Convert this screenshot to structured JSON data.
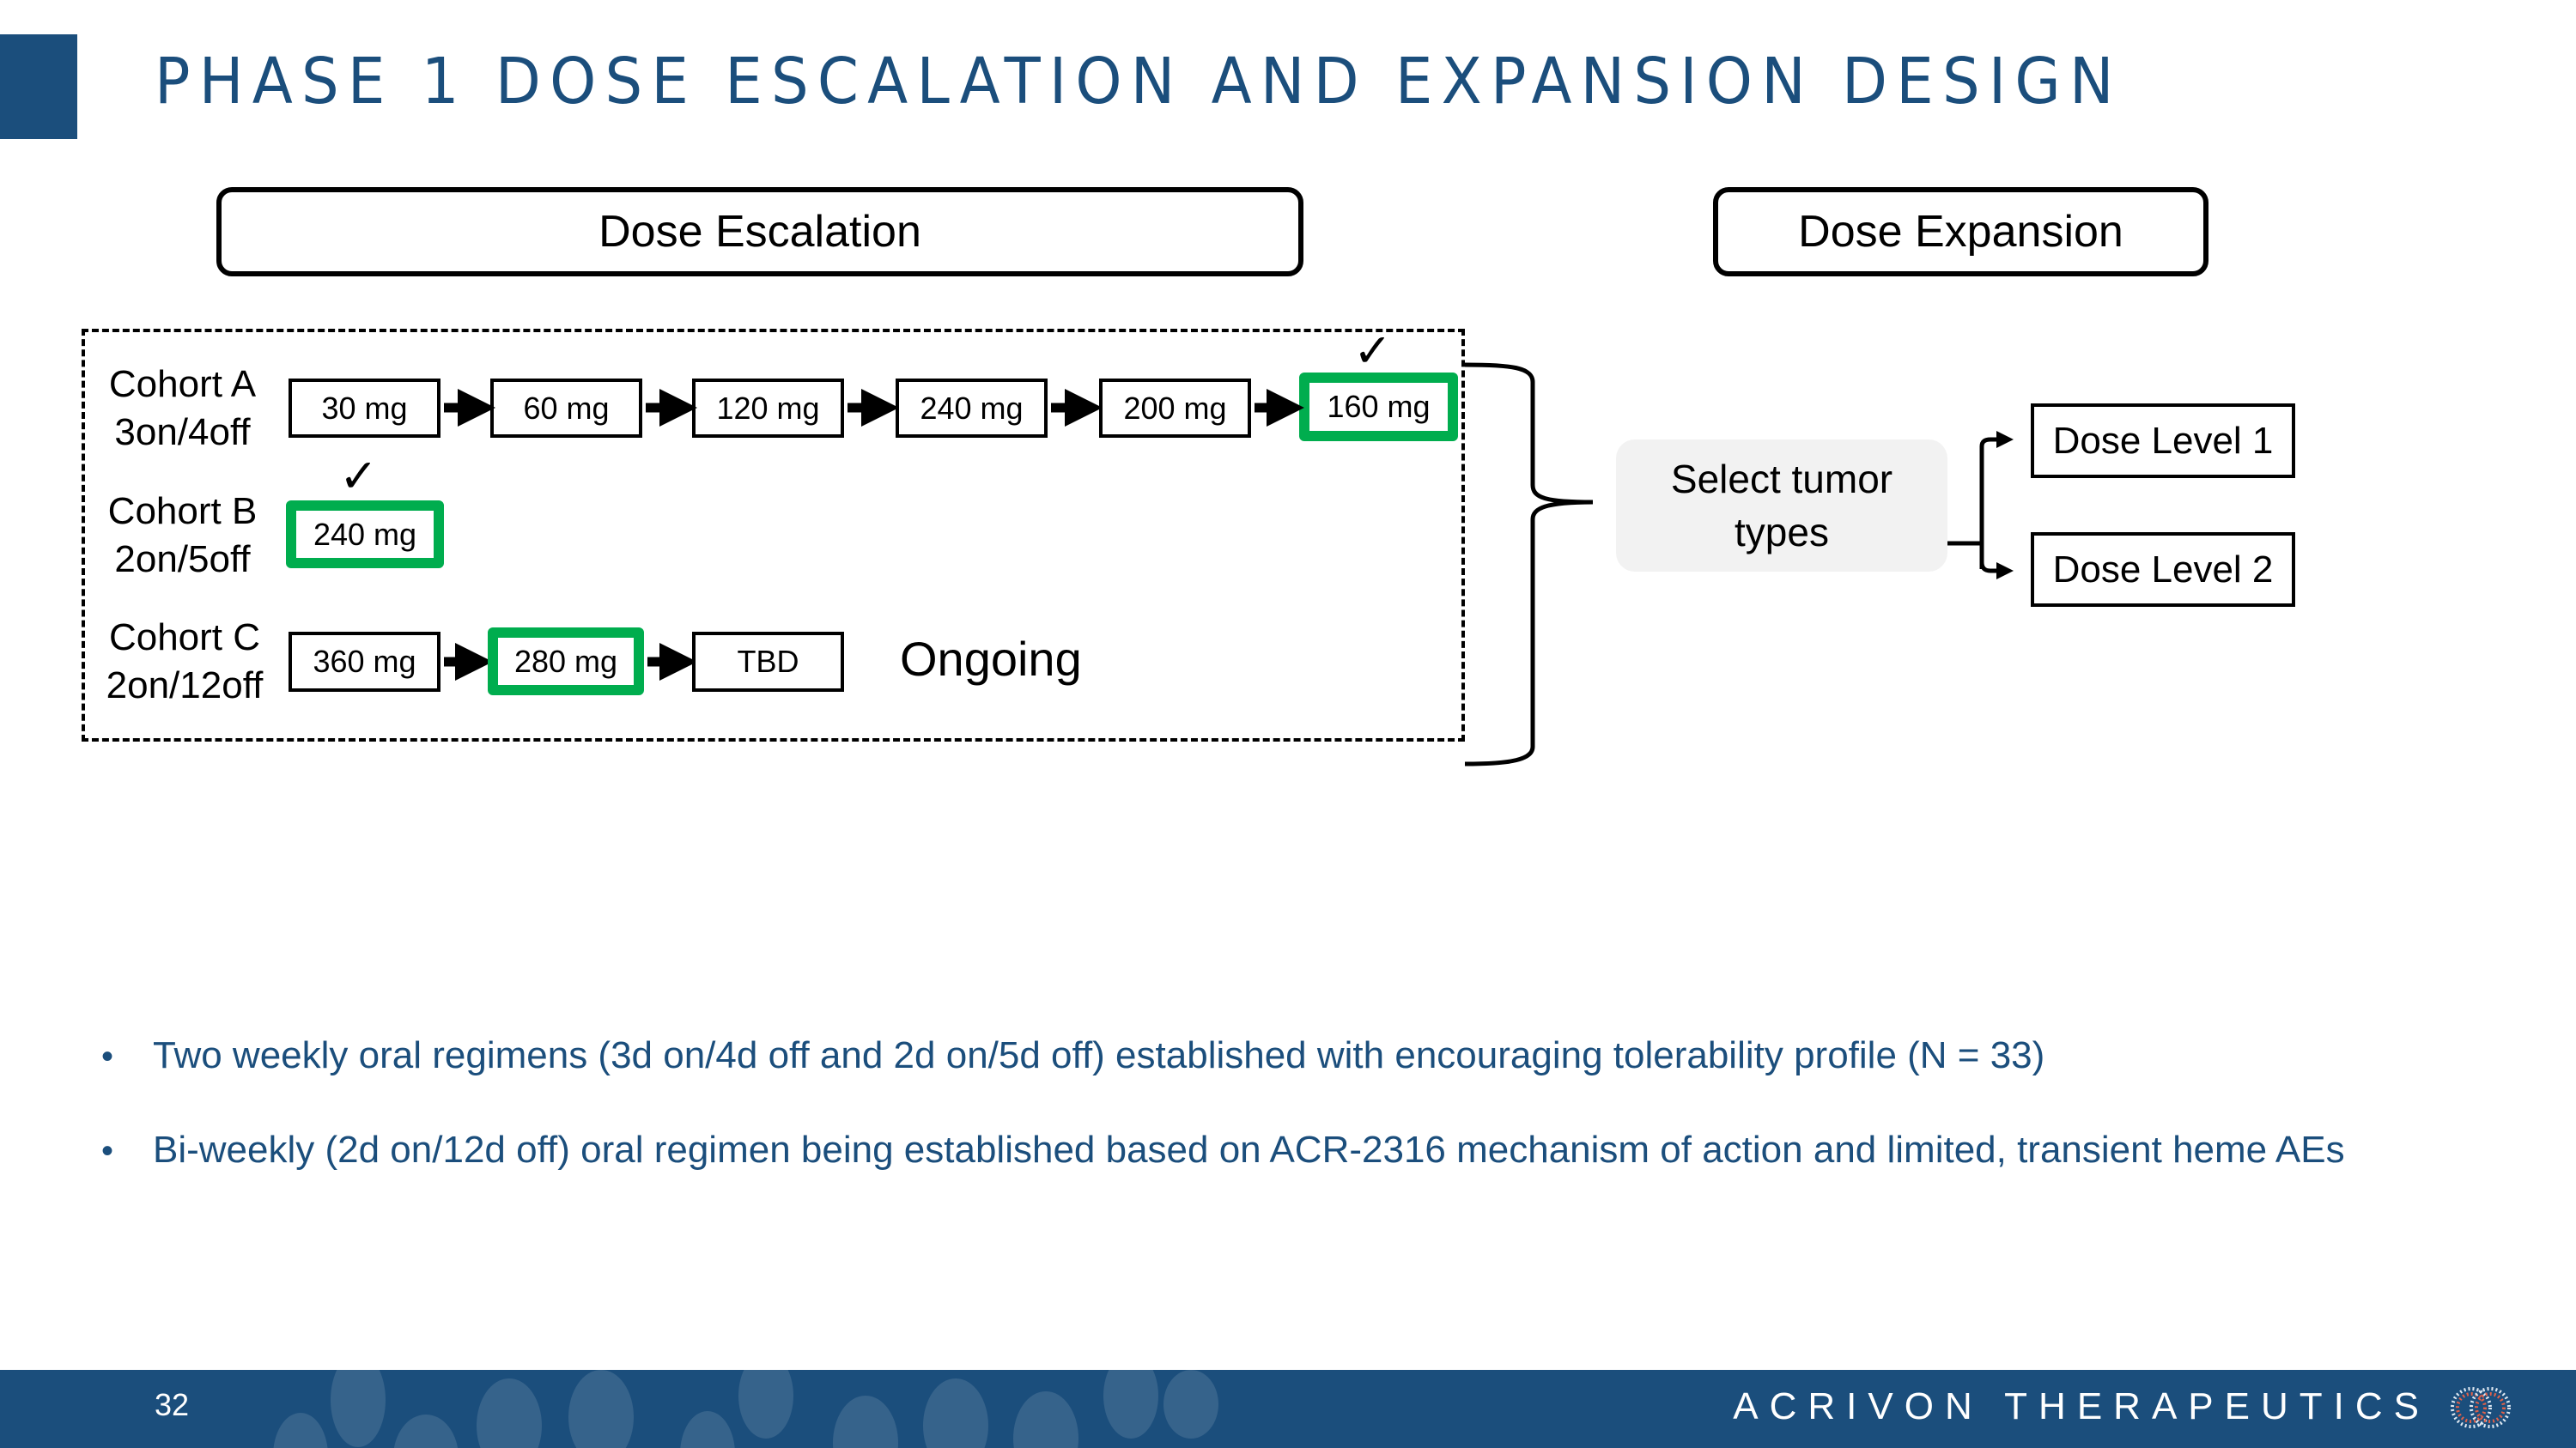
{
  "slide": {
    "title": "PHASE 1 DOSE ESCALATION AND EXPANSION DESIGN",
    "page_number": "32",
    "brand": "ACRIVON THERAPEUTICS",
    "colors": {
      "brand_blue": "#1b4e7c",
      "selected_green": "#00ad4e",
      "select_box_fill": "#f2f2f2"
    }
  },
  "escalation": {
    "header": "Dose Escalation",
    "cohorts": [
      {
        "name": "Cohort A",
        "schedule": "3on/4off",
        "doses": [
          "30 mg",
          "60 mg",
          "120 mg",
          "240 mg",
          "200 mg",
          "160 mg"
        ],
        "selected": "160 mg"
      },
      {
        "name": "Cohort B",
        "schedule": "2on/5off",
        "doses": [
          "240 mg"
        ],
        "selected": "240 mg"
      },
      {
        "name": "Cohort C",
        "schedule": "2on/12off",
        "doses": [
          "360 mg",
          "280 mg",
          "TBD"
        ],
        "selected": "280 mg",
        "status": "Ongoing"
      }
    ],
    "check_icon": "✓"
  },
  "expansion": {
    "header": "Dose Expansion",
    "select_line1": "Select tumor",
    "select_line2": "types",
    "levels": [
      "Dose Level 1",
      "Dose Level 2"
    ]
  },
  "bullets": [
    "Two weekly oral regimens (3d on/4d off and 2d on/5d off) established with encouraging tolerability profile (N = 33)",
    "Bi-weekly (2d on/12d off) oral regimen being established based on ACR-2316 mechanism of action and limited, transient heme AEs"
  ],
  "bullet_symbol": "•"
}
